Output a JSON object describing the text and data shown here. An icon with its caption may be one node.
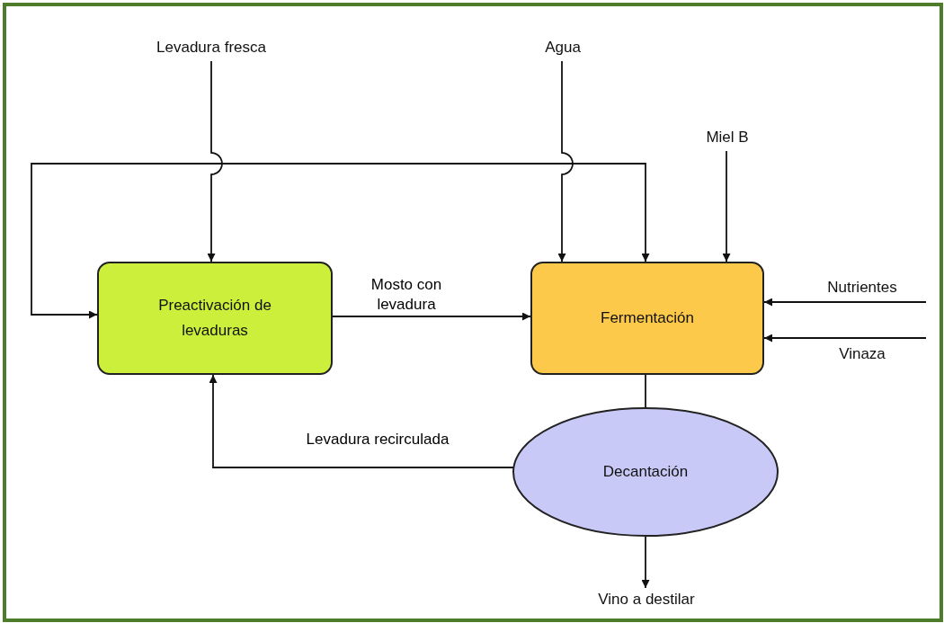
{
  "diagram": {
    "nodes": [
      {
        "text": [
          "Levadura fresca"
        ]
      },
      {
        "text": [
          "Agua"
        ]
      },
      {
        "text": [
          "Miel B"
        ]
      },
      {
        "text": [
          "Preactivación de levaduras"
        ]
      },
      {
        "text": [
          "Fermentación"
        ]
      },
      {
        "text": [
          "Nutrientes"
        ]
      },
      {
        "text": [
          "Vinaza"
        ]
      },
      {
        "text": [
          "Decantación"
        ]
      },
      {
        "text": [
          "Vino a destilar"
        ]
      }
    ],
    "edges": [
      {
        "from": 0,
        "to": 3,
        "arrow": "to"
      },
      {
        "from": 1,
        "to": 4,
        "arrow": "to"
      },
      {
        "from": 2,
        "to": 4,
        "arrow": "to"
      },
      {
        "from": 3,
        "to": 4,
        "arrow": "to",
        "label": "Mosto con levadura"
      },
      {
        "from": 5,
        "to": 4,
        "arrow": "to"
      },
      {
        "from": 6,
        "to": 4,
        "arrow": "to"
      },
      {
        "from": 4,
        "to": 7,
        "arrow": "none"
      },
      {
        "from": 7,
        "to": 3,
        "arrow": "to",
        "label": "Levadura recirculada"
      },
      {
        "from": 7,
        "to": 8,
        "arrow": "to"
      },
      {
        "from": 3,
        "to": 4,
        "arrow": "both"
      }
    ]
  }
}
